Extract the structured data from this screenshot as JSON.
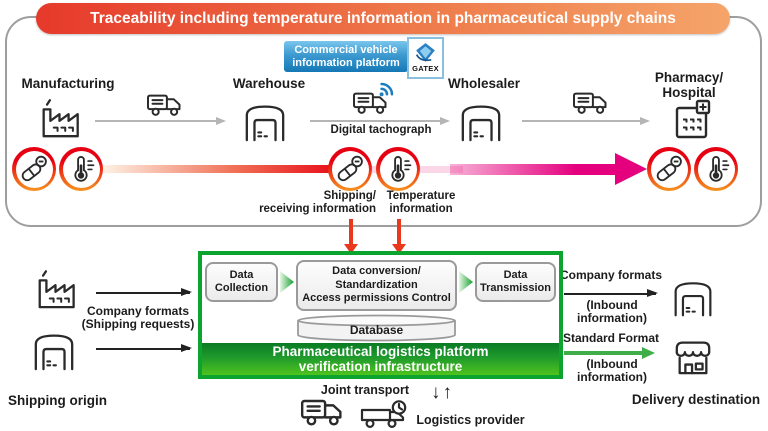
{
  "banner": {
    "title": "Traceability including temperature information in pharmaceutical supply chains"
  },
  "vehicle_platform": {
    "label": "Commercial vehicle\ninformation platform",
    "logo_text": "GATEX"
  },
  "supply_chain": {
    "stages": [
      {
        "label": "Manufacturing",
        "icon": "factory-icon"
      },
      {
        "label": "Warehouse",
        "icon": "warehouse-icon"
      },
      {
        "label": "Wholesaler",
        "icon": "warehouse-icon"
      },
      {
        "label": "Pharmacy/\nHospital",
        "icon": "hospital-icon"
      }
    ],
    "tachograph_label": "Digital tachograph",
    "shipping_info_label": "Shipping/\nreceiving information",
    "temperature_info_label": "Temperature\ninformation"
  },
  "platform": {
    "collection": "Data\nCollection",
    "conversion": "Data conversion/\nStandardization\nAccess permissions Control",
    "transmission": "Data\nTransmission",
    "database": "Database",
    "footer": "Pharmaceutical logistics platform\nverification infrastructure"
  },
  "left_flow": {
    "formats_label": "Company formats\n(Shipping requests)",
    "origin_label": "Shipping origin"
  },
  "right_flow": {
    "company_formats": "Company formats",
    "company_formats_sub": "(Inbound\ninformation)",
    "standard_format": "Standard Format",
    "standard_format_sub": "(Inbound\ninformation)",
    "destination_label": "Delivery destination"
  },
  "bottom_flow": {
    "joint_transport": "Joint transport",
    "updown_arrows": "↓↑",
    "logistics_provider": "Logistics provider"
  },
  "icons": {
    "factory": "factory-icon",
    "warehouse": "warehouse-icon",
    "truck": "truck-icon",
    "wifi": "wifi-icon",
    "hospital": "hospital-icon",
    "store": "store-icon",
    "pill": "pill-icon",
    "thermometer": "thermometer-icon",
    "clock_truck": "clock-truck-icon",
    "gatex_gem": "gatex-logo-icon"
  },
  "colors": {
    "banner_red": "#e6392b",
    "banner_orange": "#f5a469",
    "platform_blue_light": "#7ac6ed",
    "platform_blue_dark": "#1478b6",
    "circle_red": "#e60012",
    "circle_orange": "#f7941e",
    "trace_magenta": "#e5007e",
    "green_border": "#0da32f",
    "green_bar_dark": "#0a7b24",
    "green_bar_light": "#4fc31d",
    "arrow_gray": "#b5b5b5",
    "arrow_green": "#3fae49",
    "wifi_blue": "#1a7ec2",
    "red_arrow": "#e8391f"
  }
}
